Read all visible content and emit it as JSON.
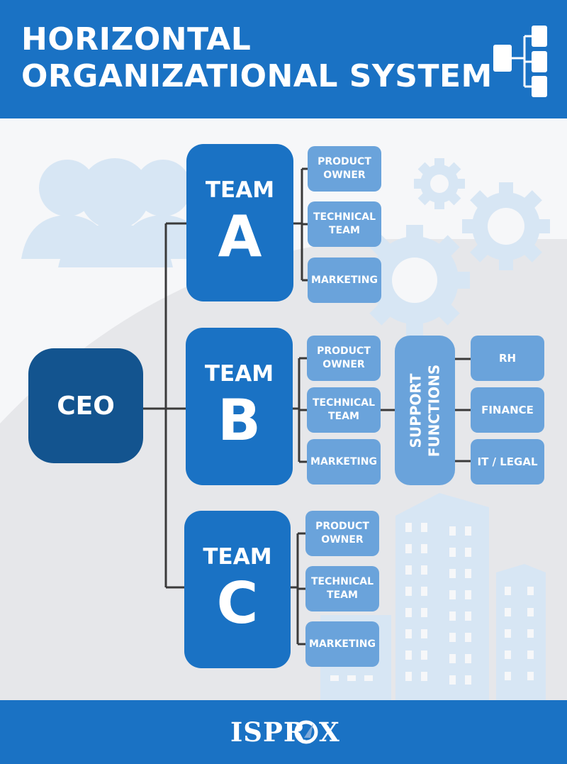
{
  "header": {
    "title_line1": "HORIZONTAL",
    "title_line2": "ORGANIZATIONAL SYSTEM",
    "icon": "org-chart-icon"
  },
  "org": {
    "ceo": "CEO",
    "teams": [
      {
        "label": "TEAM",
        "letter": "A",
        "units": [
          "PRODUCT OWNER",
          "TECHNICAL TEAM",
          "MARKETING"
        ]
      },
      {
        "label": "TEAM",
        "letter": "B",
        "units": [
          "PRODUCT OWNER",
          "TECHNICAL TEAM",
          "MARKETING"
        ]
      },
      {
        "label": "TEAM",
        "letter": "C",
        "units": [
          "PRODUCT OWNER",
          "TECHNICAL TEAM",
          "MARKETING"
        ]
      }
    ],
    "support": {
      "line1": "SUPPORT",
      "line2": "FUNCTIONS",
      "functions": [
        "RH",
        "FINANCE",
        "IT / LEGAL"
      ]
    }
  },
  "footer": {
    "logo_text": "ISPROX"
  },
  "colors": {
    "header_blue": "#1a72c4",
    "ceo_navy": "#13548f",
    "team_blue": "#1a72c4",
    "light_blue": "#6aa3db",
    "connector": "#3a3a3a",
    "decor": "#d7e6f4"
  }
}
